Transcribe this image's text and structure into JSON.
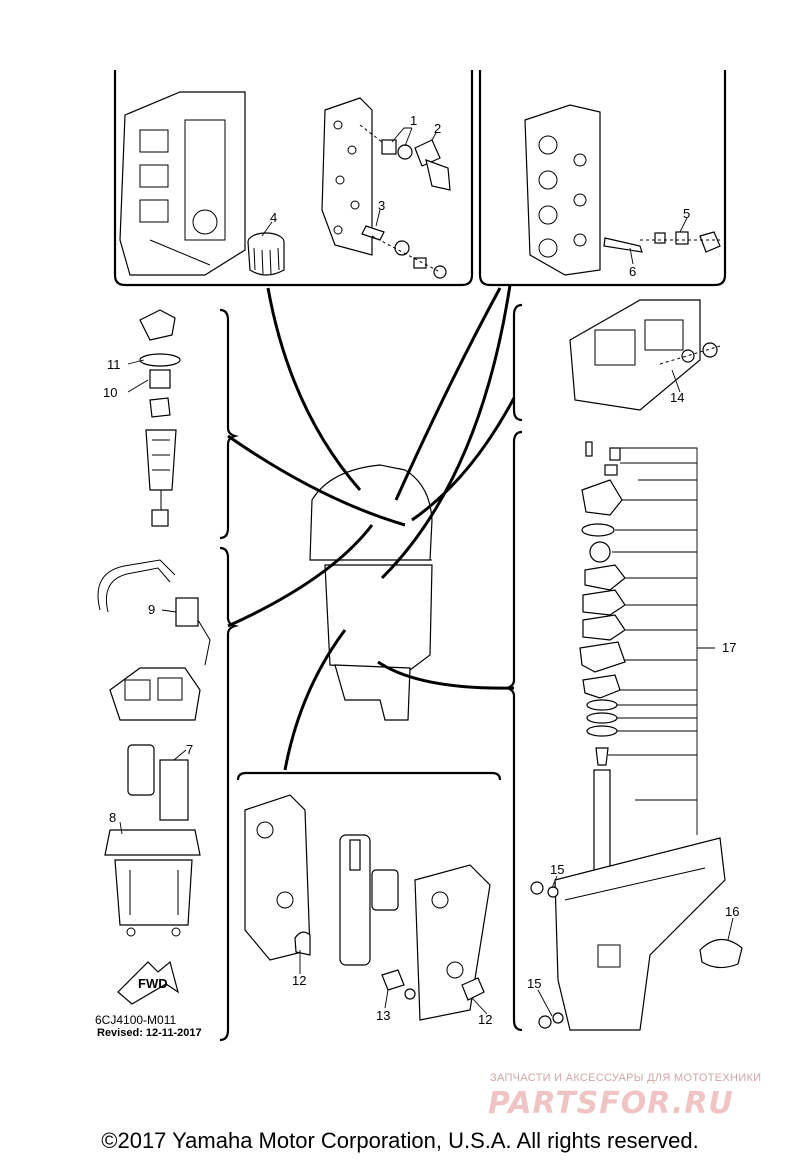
{
  "callouts": [
    "1",
    "2",
    "3",
    "4",
    "5",
    "6",
    "7",
    "8",
    "9",
    "10",
    "11",
    "12",
    "12",
    "13",
    "14",
    "15",
    "15",
    "16",
    "17"
  ],
  "forward_arrow_label": "FWD",
  "reference_code": "6CJ4100-M011",
  "revised": "Revised: 12-11-2017",
  "watermark": {
    "tagline": "ЗАПЧАСТИ И АКСЕССУАРЫ ДЛЯ МОТОТЕХНИКИ",
    "logo": "PARTSFOR.RU"
  },
  "copyright": "©2017 Yamaha Motor Corporation, U.S.A. All rights reserved."
}
